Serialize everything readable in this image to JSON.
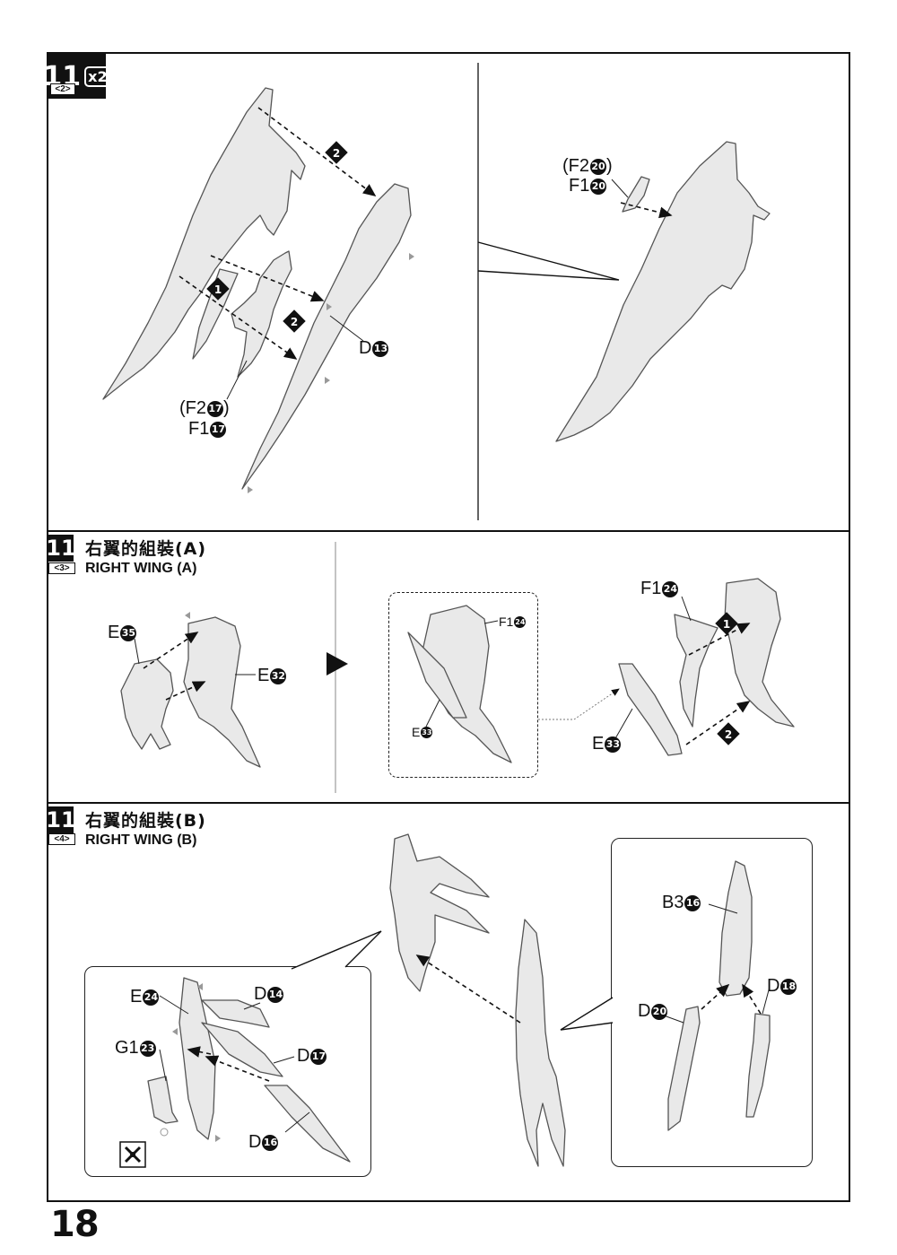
{
  "page_number": "18",
  "step_number": "11",
  "panels": [
    {
      "sub_label": "<2>",
      "multiplier": "x2",
      "parts": {
        "f2_17": {
          "prefix": "(F2",
          "num": "17",
          "suffix": ")"
        },
        "f1_17": {
          "prefix": "F1",
          "num": "17",
          "suffix": ""
        },
        "d_13": {
          "prefix": "D",
          "num": "13",
          "suffix": ""
        },
        "f2_20": {
          "prefix": "(F2",
          "num": "20",
          "suffix": ")"
        },
        "f1_20": {
          "prefix": "F1",
          "num": "20",
          "suffix": ""
        }
      },
      "markers": [
        "1",
        "2",
        "2"
      ]
    },
    {
      "sub_label": "<3>",
      "title_zh": "右翼的組裝(A)",
      "title_en": "RIGHT WING (A)",
      "parts": {
        "e_35": {
          "prefix": "E",
          "num": "35",
          "suffix": ""
        },
        "e_32": {
          "prefix": "E",
          "num": "32",
          "suffix": ""
        },
        "f1_24_inset": {
          "prefix": "F1",
          "num": "24",
          "suffix": ""
        },
        "e_33_inset": {
          "prefix": "E",
          "num": "33",
          "suffix": ""
        },
        "f1_24": {
          "prefix": "F1",
          "num": "24",
          "suffix": ""
        },
        "e_33": {
          "prefix": "E",
          "num": "33",
          "suffix": ""
        }
      },
      "markers": [
        "1",
        "2"
      ]
    },
    {
      "sub_label": "<4>",
      "title_zh": "右翼的組裝(B)",
      "title_en": "RIGHT WING (B)",
      "parts": {
        "e_24": {
          "prefix": "E",
          "num": "24",
          "suffix": ""
        },
        "g1_23": {
          "prefix": "G1",
          "num": "23",
          "suffix": ""
        },
        "d_14": {
          "prefix": "D",
          "num": "14",
          "suffix": ""
        },
        "d_17": {
          "prefix": "D",
          "num": "17",
          "suffix": ""
        },
        "d_16": {
          "prefix": "D",
          "num": "16",
          "suffix": ""
        },
        "b3_16": {
          "prefix": "B3",
          "num": "16",
          "suffix": ""
        },
        "d_18": {
          "prefix": "D",
          "num": "18",
          "suffix": ""
        },
        "d_20": {
          "prefix": "D",
          "num": "20",
          "suffix": ""
        }
      }
    }
  ],
  "icons": {
    "step_arrow": "black-triangle-right",
    "nipper": "cut-gate-icon"
  },
  "colors": {
    "ink": "#111111",
    "part_fill": "#e9e9e9",
    "part_stroke": "#555555"
  }
}
